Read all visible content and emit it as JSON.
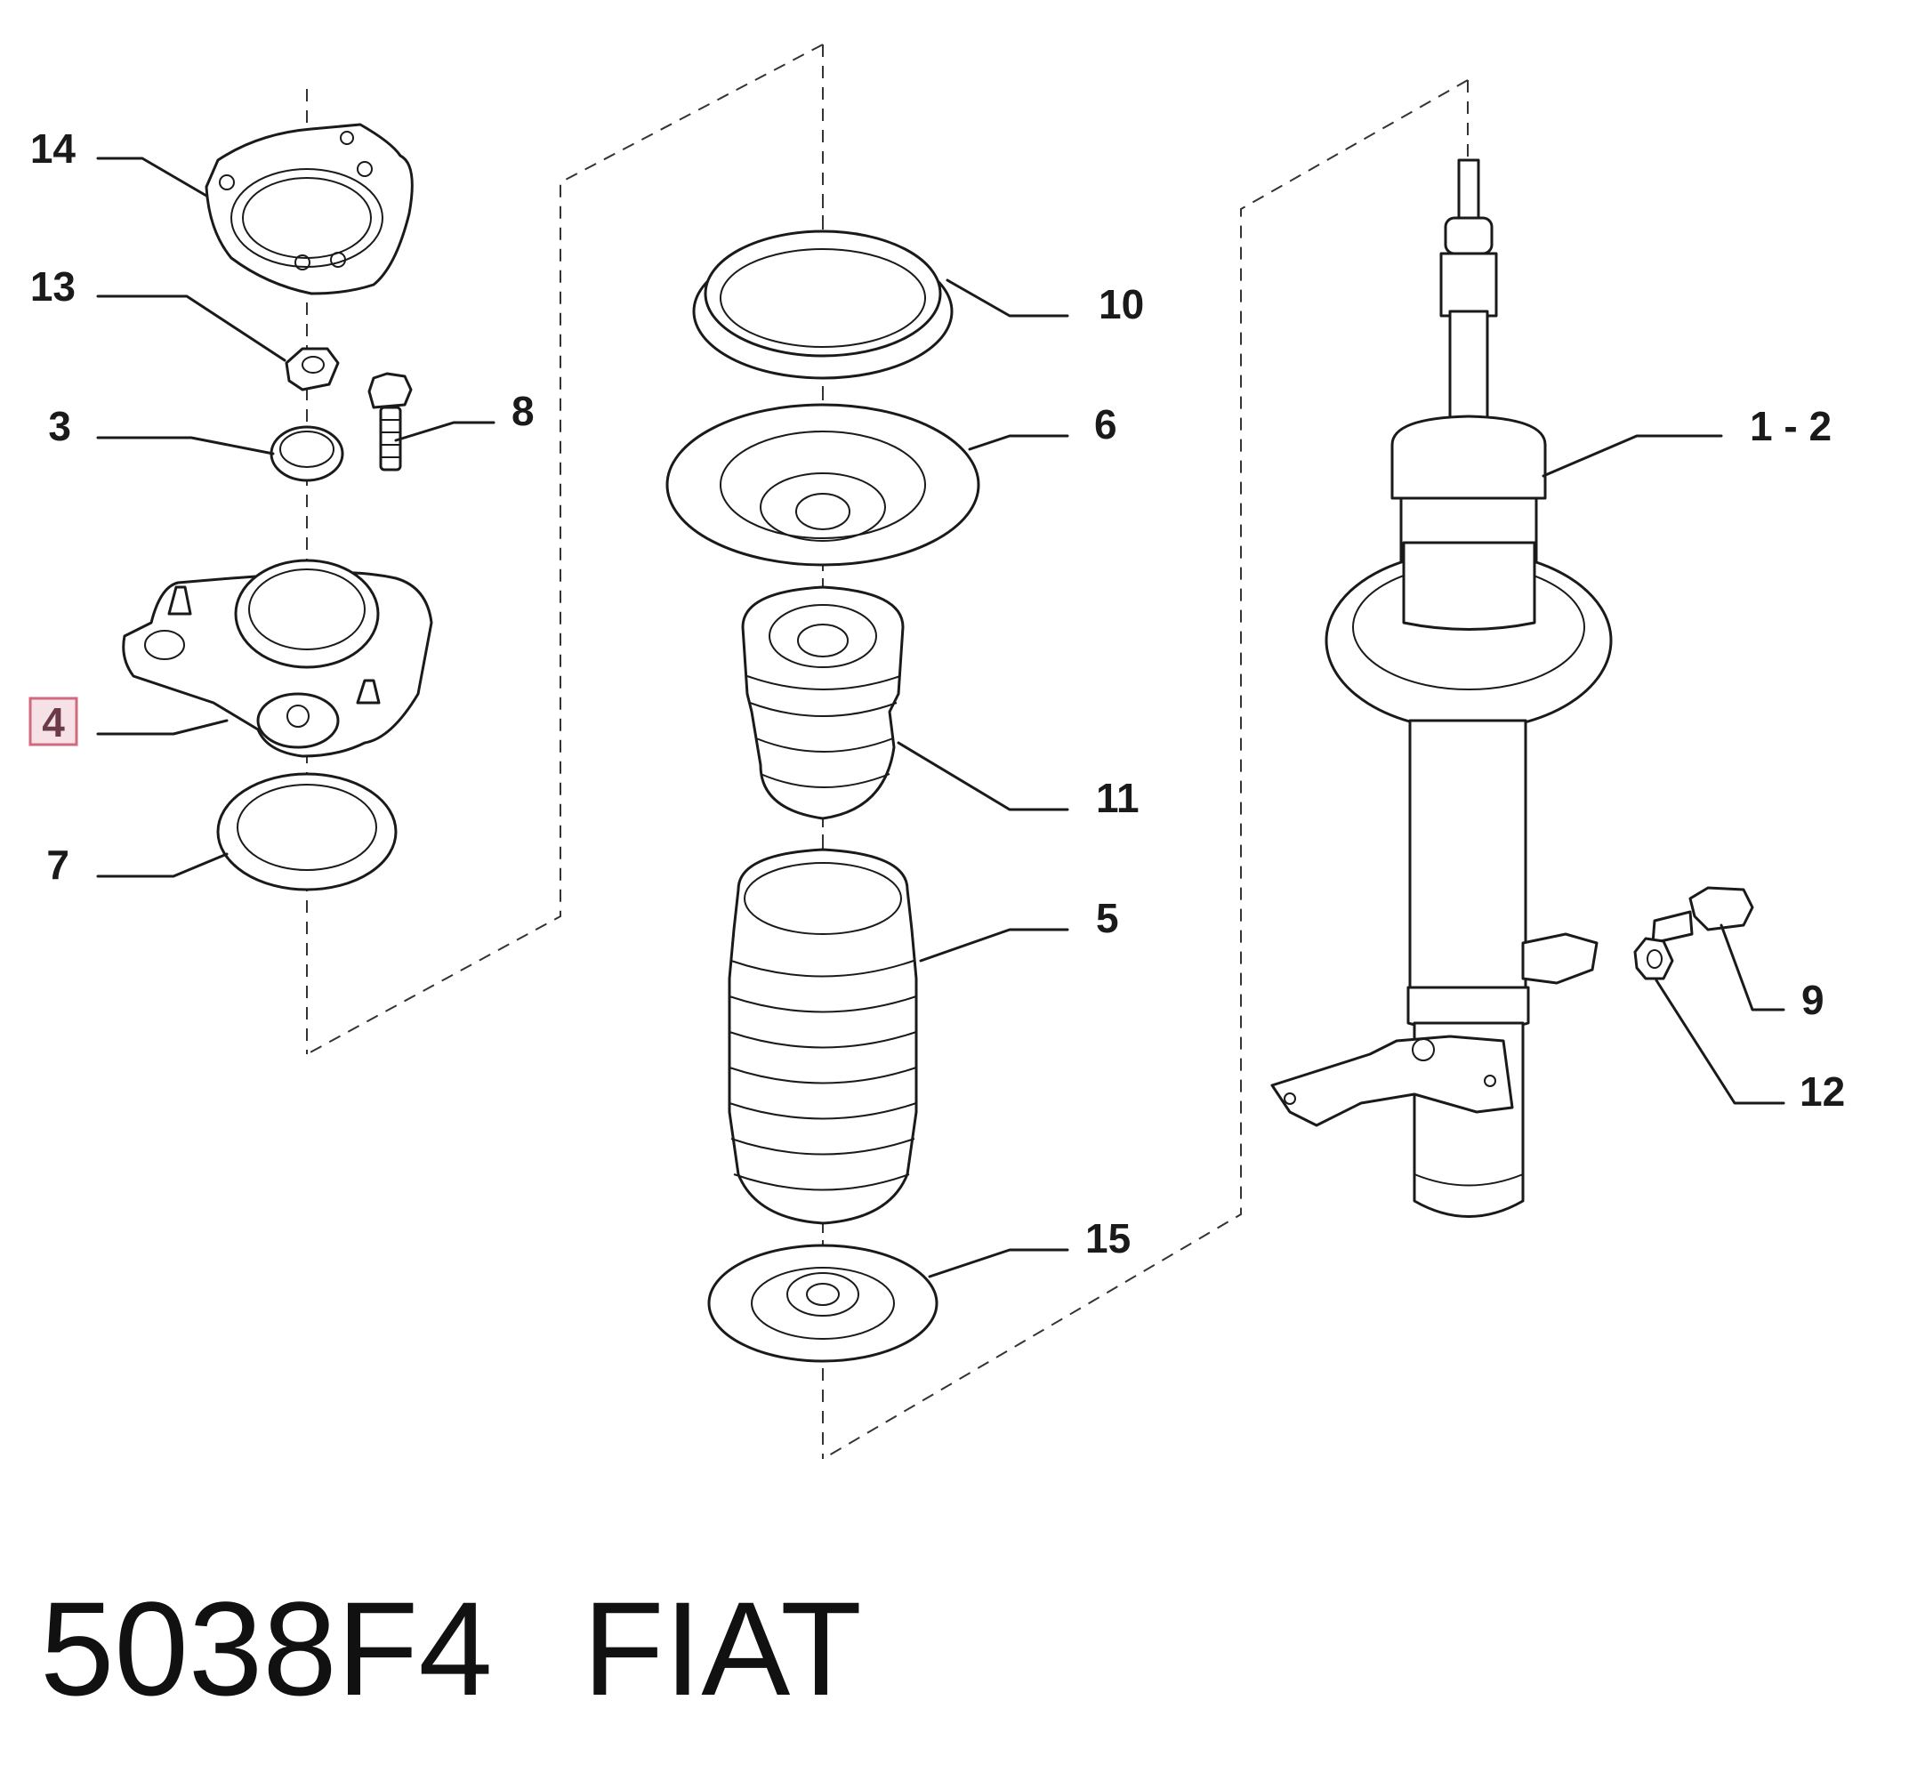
{
  "diagram": {
    "callouts": [
      {
        "id": "14",
        "label": "14"
      },
      {
        "id": "13",
        "label": "13"
      },
      {
        "id": "3",
        "label": "3"
      },
      {
        "id": "8",
        "label": "8"
      },
      {
        "id": "4",
        "label": "4",
        "highlighted": true
      },
      {
        "id": "7",
        "label": "7"
      },
      {
        "id": "10",
        "label": "10"
      },
      {
        "id": "6",
        "label": "6"
      },
      {
        "id": "11",
        "label": "11"
      },
      {
        "id": "5",
        "label": "5"
      },
      {
        "id": "15",
        "label": "15"
      },
      {
        "id": "1-2",
        "label": "1 - 2"
      },
      {
        "id": "9",
        "label": "9"
      },
      {
        "id": "12",
        "label": "12"
      }
    ],
    "highlight_color": "#d2697e"
  },
  "footer": {
    "part_code": "5038F4",
    "brand": "FIAT"
  }
}
